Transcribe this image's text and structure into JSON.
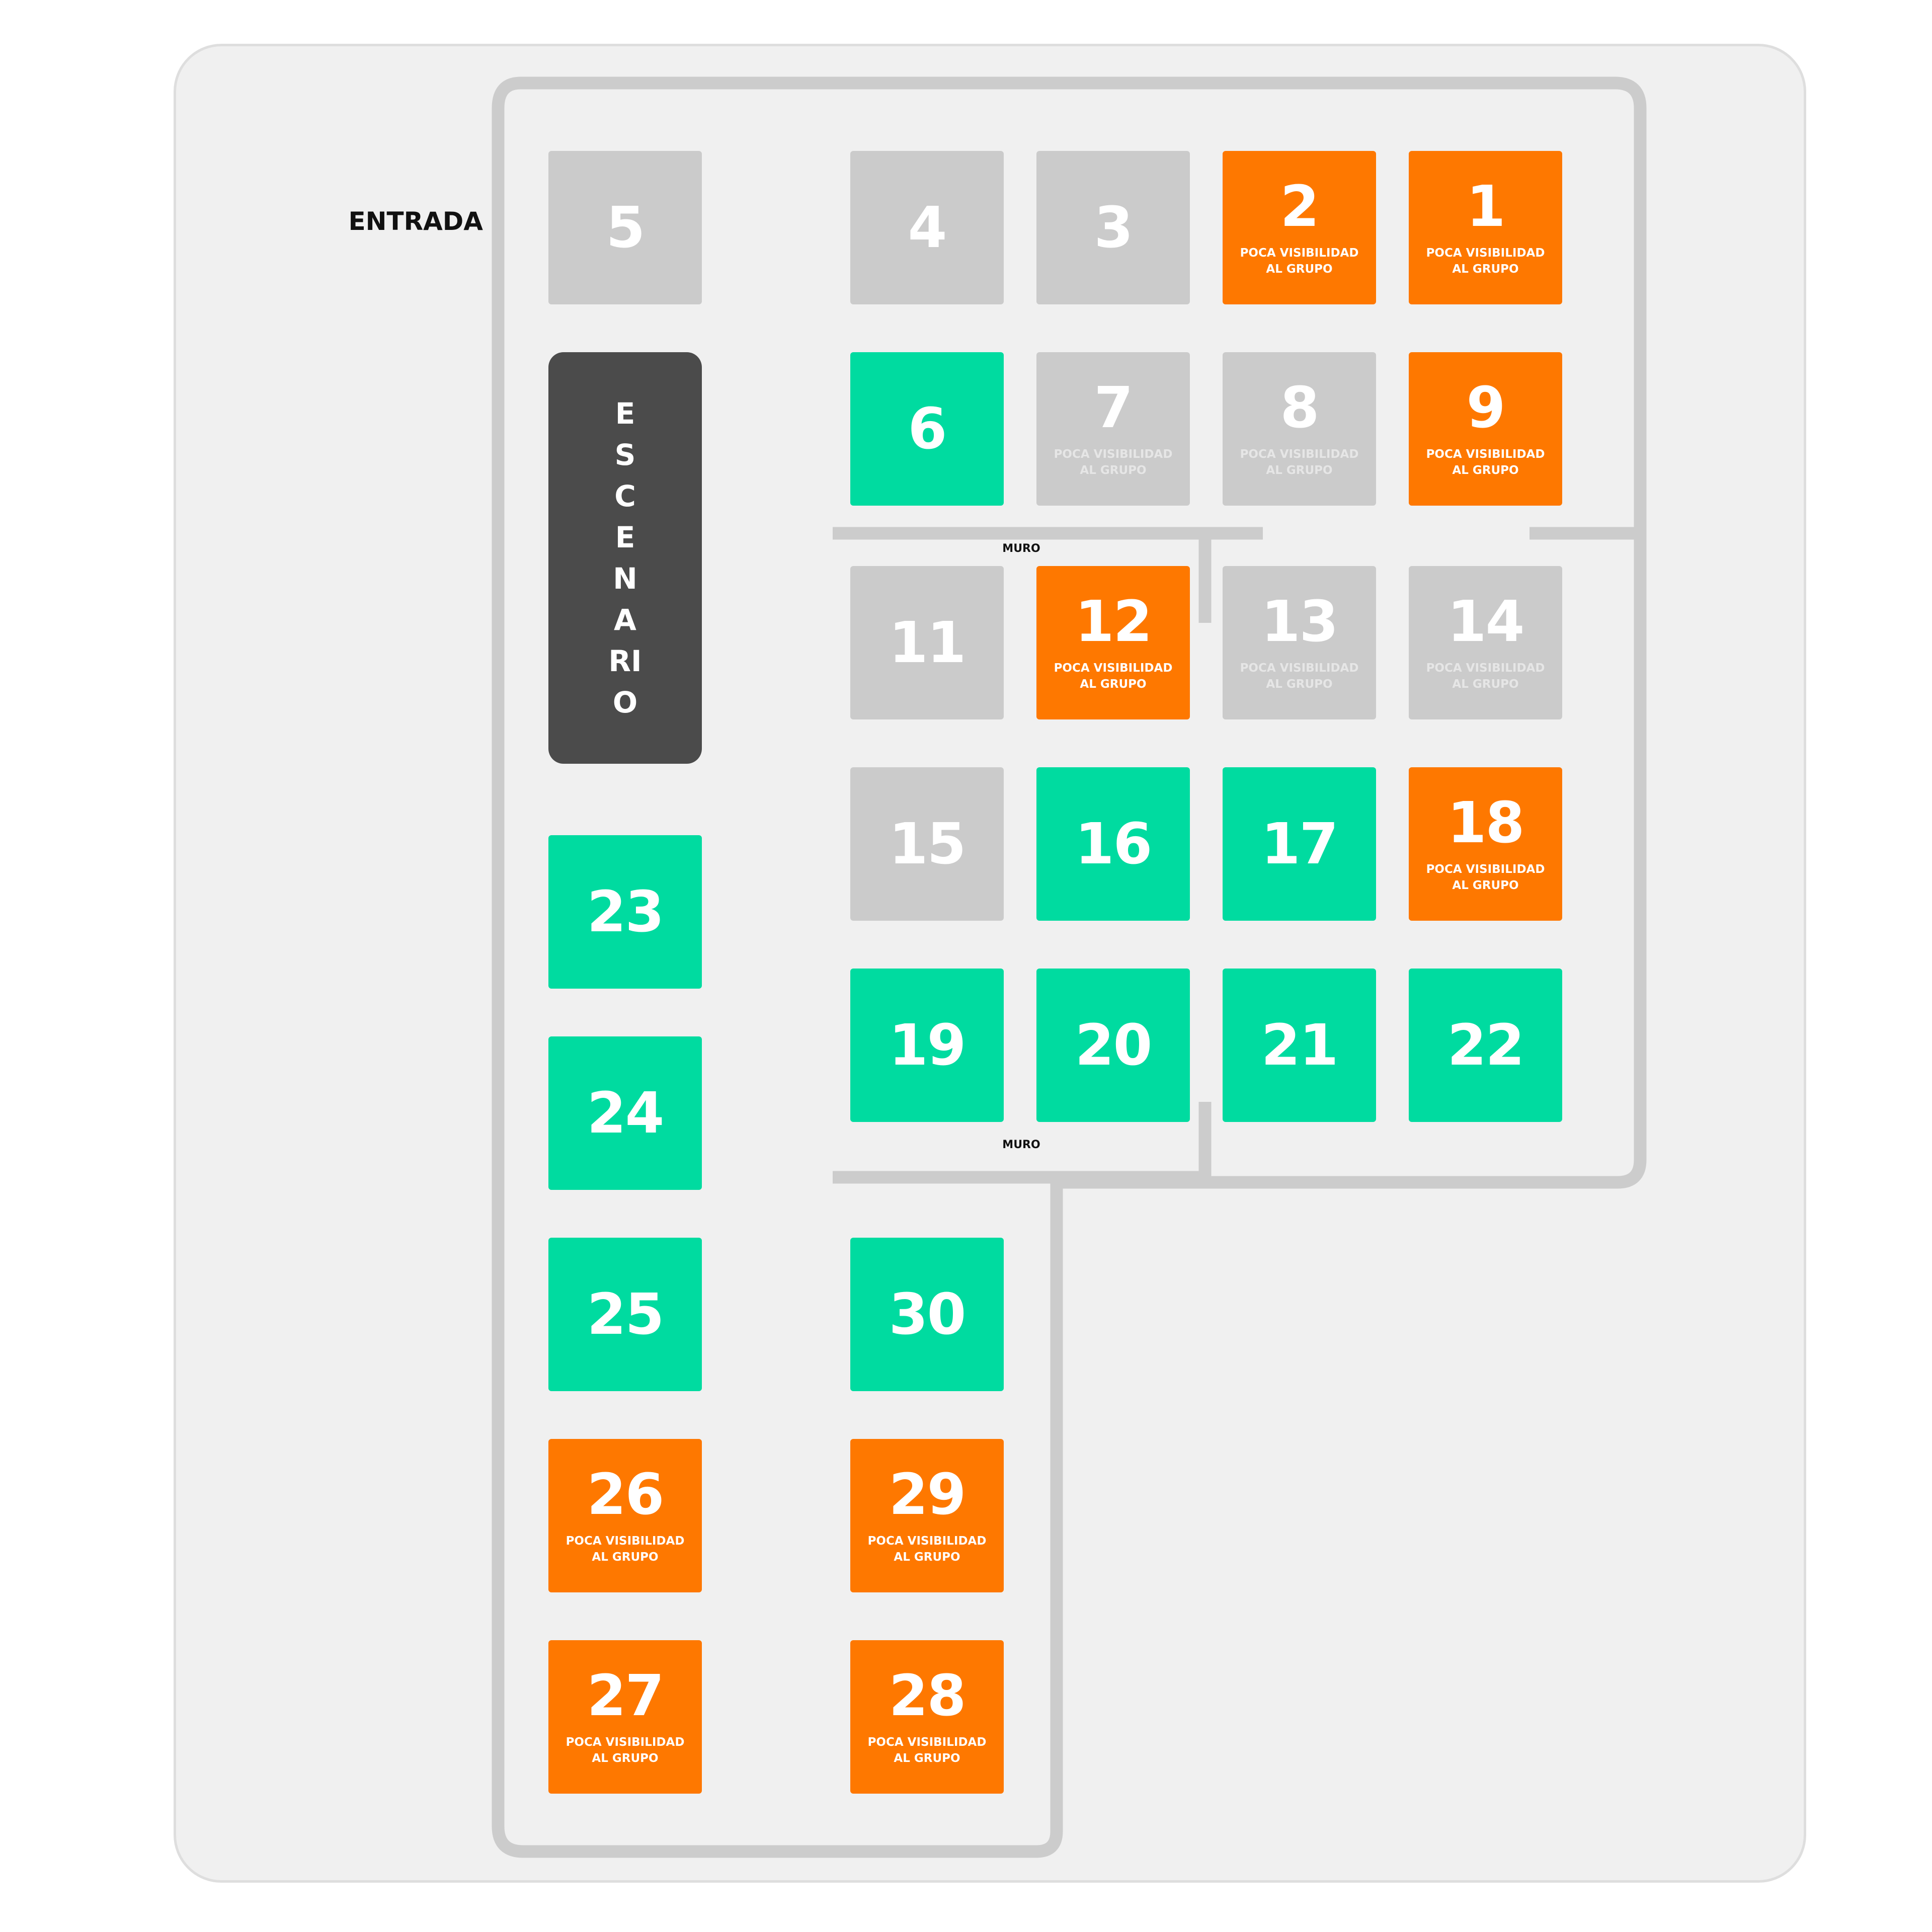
{
  "labels": {
    "entrance": "ENTRADA",
    "stage": "ESCENARIO",
    "wall": "MURO",
    "poor_visibility_line1": "POCA VISIBILIDAD",
    "poor_visibility_line2": "AL GRUPO"
  },
  "colors": {
    "available": "#00dba0",
    "poor_visibility": "#fe7800",
    "unavailable": "#cbcbcb",
    "stage": "#4b4b4b",
    "wall": "#cccccc",
    "background": "#f0f0f0"
  },
  "tables": [
    {
      "id": "5",
      "status": "unavailable",
      "note": false
    },
    {
      "id": "4",
      "status": "unavailable",
      "note": false
    },
    {
      "id": "3",
      "status": "unavailable",
      "note": false
    },
    {
      "id": "2",
      "status": "poor_visibility",
      "note": true
    },
    {
      "id": "1",
      "status": "poor_visibility",
      "note": true
    },
    {
      "id": "6",
      "status": "available",
      "note": false
    },
    {
      "id": "7",
      "status": "unavailable",
      "note": true
    },
    {
      "id": "8",
      "status": "unavailable",
      "note": true
    },
    {
      "id": "9",
      "status": "poor_visibility",
      "note": true
    },
    {
      "id": "11",
      "status": "unavailable",
      "note": false
    },
    {
      "id": "12",
      "status": "poor_visibility",
      "note": true
    },
    {
      "id": "13",
      "status": "unavailable",
      "note": true
    },
    {
      "id": "14",
      "status": "unavailable",
      "note": true
    },
    {
      "id": "15",
      "status": "unavailable",
      "note": false
    },
    {
      "id": "16",
      "status": "available",
      "note": false
    },
    {
      "id": "17",
      "status": "available",
      "note": false
    },
    {
      "id": "18",
      "status": "poor_visibility",
      "note": true
    },
    {
      "id": "19",
      "status": "available",
      "note": false
    },
    {
      "id": "20",
      "status": "available",
      "note": false
    },
    {
      "id": "21",
      "status": "available",
      "note": false
    },
    {
      "id": "22",
      "status": "available",
      "note": false
    },
    {
      "id": "23",
      "status": "available",
      "note": false
    },
    {
      "id": "24",
      "status": "available",
      "note": false
    },
    {
      "id": "25",
      "status": "available",
      "note": false
    },
    {
      "id": "30",
      "status": "available",
      "note": false
    },
    {
      "id": "26",
      "status": "poor_visibility",
      "note": true
    },
    {
      "id": "29",
      "status": "poor_visibility",
      "note": true
    },
    {
      "id": "27",
      "status": "poor_visibility",
      "note": true
    },
    {
      "id": "28",
      "status": "poor_visibility",
      "note": true
    }
  ]
}
